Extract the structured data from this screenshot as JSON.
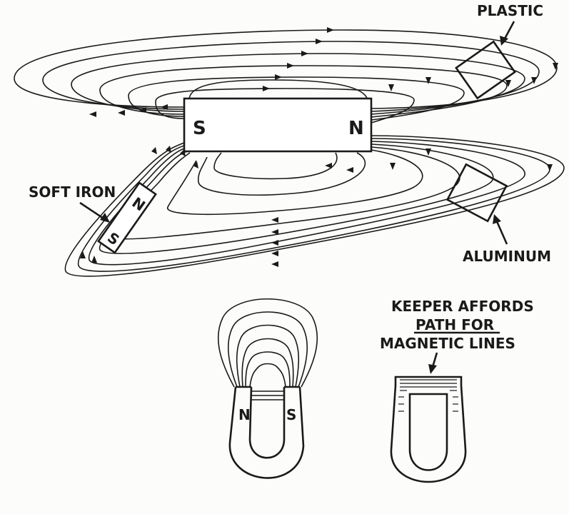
{
  "bar_magnet": {
    "south_label": "S",
    "north_label": "N"
  },
  "soft_iron": {
    "label": "SOFT IRON",
    "north_label": "N",
    "south_label": "S"
  },
  "plastic": {
    "label": "PLASTIC"
  },
  "aluminum": {
    "label": "ALUMINUM"
  },
  "horseshoe": {
    "north_label": "N",
    "south_label": "S"
  },
  "keeper": {
    "caption_line1": "KEEPER AFFORDS",
    "caption_line2": "PATH FOR",
    "caption_line3": "MAGNETIC LINES"
  },
  "colors": {
    "ink": "#1a1a1a",
    "paper": "#fcfcfa"
  }
}
